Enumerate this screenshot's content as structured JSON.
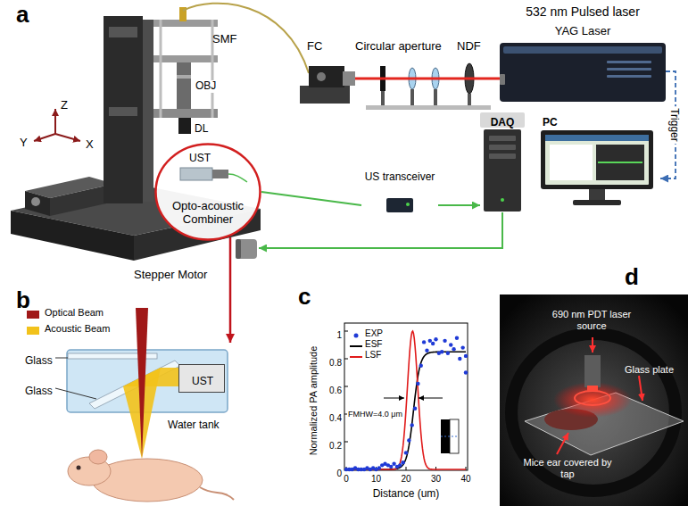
{
  "diagram": {
    "nodes": [
      {
        "text": [
          "Opto-acoustic Combiner"
        ]
      },
      {
        "text": [
          "US transceiver"
        ]
      },
      {
        "text": [
          "DAQ"
        ]
      },
      {
        "text": [
          "PC"
        ]
      },
      {
        "text": [
          "532 nm Pulsed laser",
          "YAG Laser"
        ]
      },
      {
        "text": [
          "Stepper Motor"
        ]
      },
      {
        "text": [
          "UST"
        ]
      }
    ],
    "edges": [
      {
        "from": 0,
        "to": 1,
        "arrow": "none"
      },
      {
        "from": 1,
        "to": 2,
        "arrow": "to"
      },
      {
        "from": 2,
        "to": 5,
        "arrow": "to"
      },
      {
        "from": 4,
        "to": 3,
        "arrow": "to",
        "label": "Trigger"
      }
    ],
    "labels": [
      "a",
      "SMF",
      "OBJ",
      "DL",
      "UST",
      "FC",
      "Circular aperture",
      "NDF",
      "Y",
      "Z",
      "X",
      "b",
      "Glass",
      "Glass",
      "Water tank",
      "c",
      "FMHW=4.0 μm",
      "Normalized PA amplitude",
      "Distance (um)",
      "0",
      "0.2",
      "0.4",
      "0.6",
      "0.8",
      "1",
      "0",
      "10",
      "20",
      "30",
      "40",
      "d",
      "690 nm PDT laser source",
      "Glass plate",
      "Mice ear covered by tap"
    ],
    "legend": [
      {
        "text": "Optical Beam",
        "color": "#a01818"
      },
      {
        "text": "Acoustic Beam",
        "color": "#f2c21b"
      },
      {
        "text": "EXP"
      },
      {
        "text": "ESF"
      },
      {
        "text": "LSF"
      }
    ]
  }
}
